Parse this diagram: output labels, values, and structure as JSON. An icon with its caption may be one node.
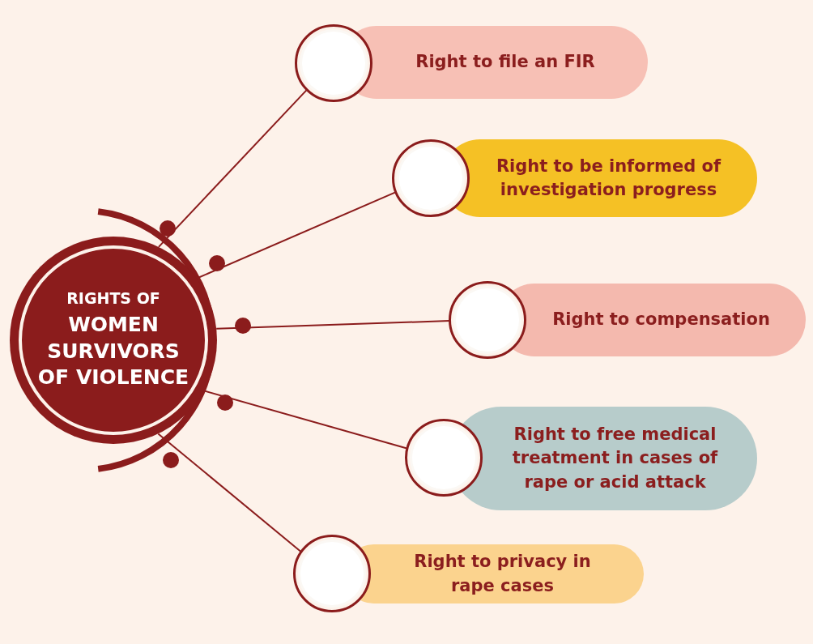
{
  "diagram": {
    "nodes": [
      {
        "text": [
          "RIGHTS OF",
          "WOMEN SURVIVORS OF VIOLENCE"
        ]
      },
      {
        "text": [
          "Right to file an FIR"
        ]
      },
      {
        "text": [
          "Right to be informed of investigation progress"
        ]
      },
      {
        "text": [
          "Right to compensation"
        ]
      },
      {
        "text": [
          "Right to free medical treatment in cases of rape or acid attack"
        ]
      },
      {
        "text": [
          "Right to privacy in rape cases"
        ]
      }
    ],
    "edges": [
      {
        "from": 0,
        "to": 1,
        "arrow": "none"
      },
      {
        "from": 0,
        "to": 2,
        "arrow": "none"
      },
      {
        "from": 0,
        "to": 3,
        "arrow": "none"
      },
      {
        "from": 0,
        "to": 4,
        "arrow": "none"
      },
      {
        "from": 0,
        "to": 5,
        "arrow": "none"
      }
    ]
  }
}
